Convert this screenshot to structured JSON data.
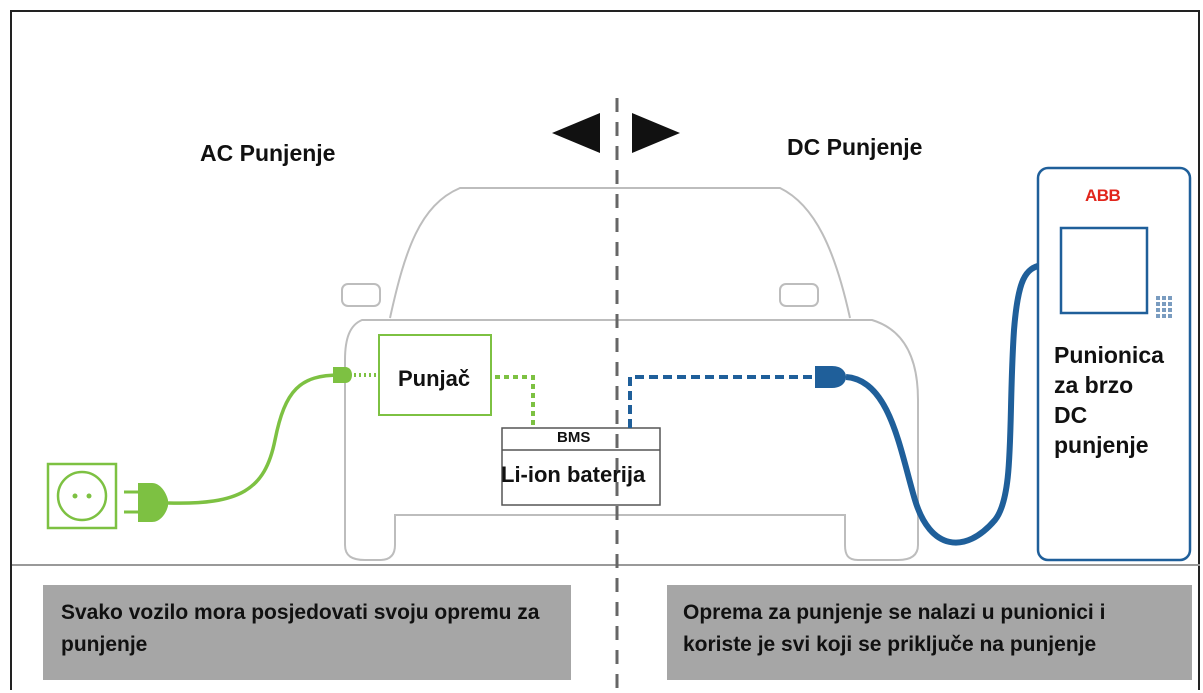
{
  "labels": {
    "ac_title": "AC Punjenje",
    "dc_title": "DC Punjenje",
    "charger": "Punjač",
    "bms": "BMS",
    "battery": "Li-ion baterija",
    "brand": "ABB",
    "station_lines": [
      "Punionica",
      "za brzo",
      "DC",
      "punjenje"
    ]
  },
  "notes": {
    "ac": "Svako vozilo mora posjedovati svoju opremu za punjenje",
    "dc": "Oprema za punjenje se nalazi u punionici i koriste je svi koji se priključe na punjenje"
  },
  "colors": {
    "ac_green": "#7dc142",
    "dc_blue": "#1f5f9a",
    "outline": "#bdbdbd",
    "note_bg": "#a6a6a6",
    "brand_red": "#e1261c"
  }
}
